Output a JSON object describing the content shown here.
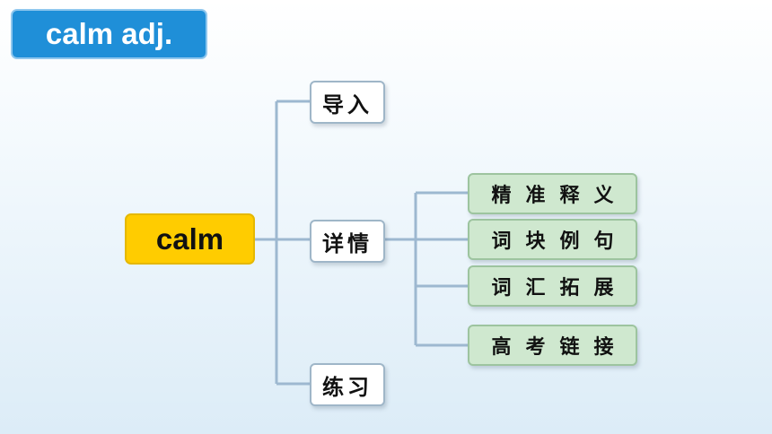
{
  "title": "calm adj.",
  "root": "calm",
  "branches": {
    "intro": "导入",
    "details": "详情",
    "practice": "练习"
  },
  "detail_items": [
    "精准释义",
    "词块例句",
    "词汇拓展",
    "高考链接"
  ]
}
